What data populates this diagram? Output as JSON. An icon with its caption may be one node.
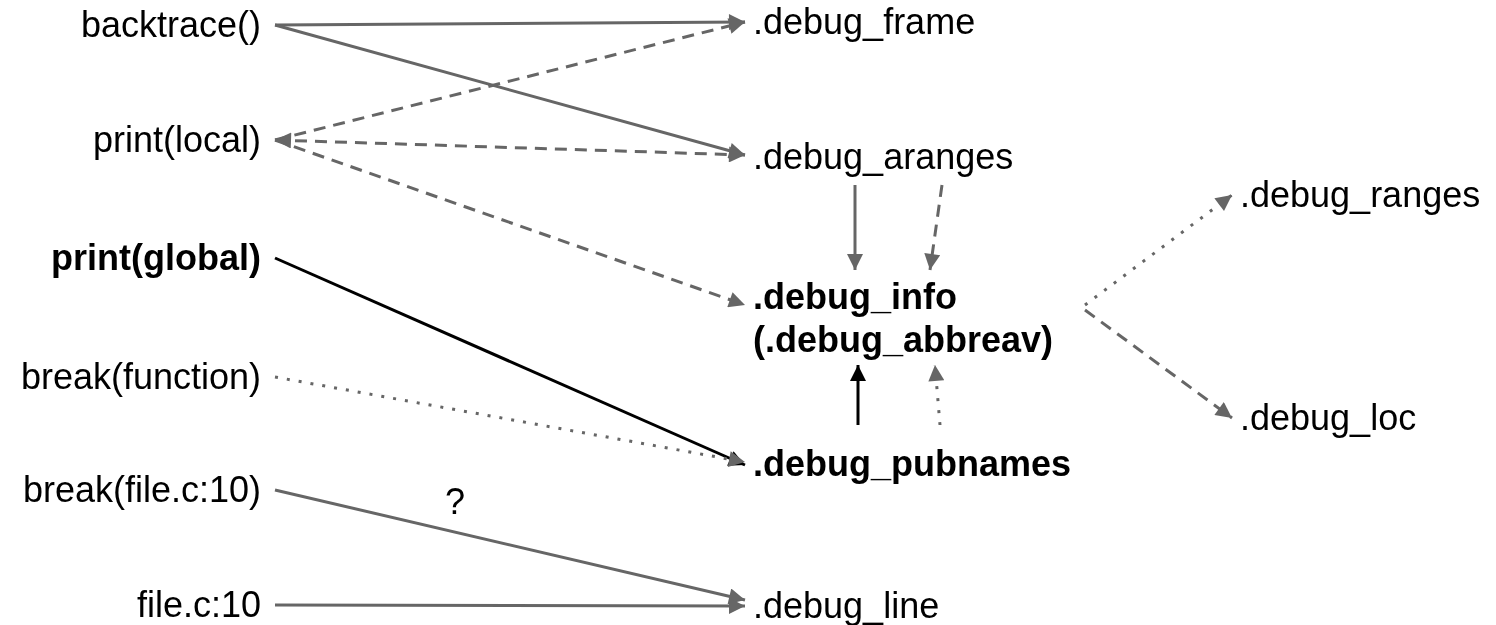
{
  "diagram": {
    "nodes": [
      {
        "text": [
          "backtrace()"
        ]
      },
      {
        "text": [
          "print(local)"
        ]
      },
      {
        "text": [
          "print(global)"
        ]
      },
      {
        "text": [
          "break(function)"
        ]
      },
      {
        "text": [
          "break(file.c:10)"
        ]
      },
      {
        "text": [
          "file.c:10"
        ]
      },
      {
        "text": [
          ".debug_frame"
        ]
      },
      {
        "text": [
          ".debug_aranges"
        ]
      },
      {
        "text": [
          ".debug_info (.debug_abbreav)"
        ]
      },
      {
        "text": [
          ".debug_pubnames"
        ]
      },
      {
        "text": [
          ".debug_line"
        ]
      },
      {
        "text": [
          ".debug_ranges"
        ]
      },
      {
        "text": [
          ".debug_loc"
        ]
      }
    ],
    "edges": [
      {
        "from": 0,
        "to": 6,
        "arrow": "to"
      },
      {
        "from": 0,
        "to": 7,
        "arrow": "to"
      },
      {
        "from": 1,
        "to": 6,
        "arrow": "to",
        "style": "dashed"
      },
      {
        "from": 1,
        "to": 7,
        "arrow": "both",
        "style": "dashed"
      },
      {
        "from": 1,
        "to": 8,
        "arrow": "to",
        "style": "dashed"
      },
      {
        "from": 2,
        "to": 9,
        "arrow": "to",
        "color": "#000000"
      },
      {
        "from": 3,
        "to": 9,
        "arrow": "to",
        "style": "dashed"
      },
      {
        "from": 4,
        "to": 10,
        "arrow": "to",
        "label": "?"
      },
      {
        "from": 5,
        "to": 10,
        "arrow": "to"
      },
      {
        "from": 7,
        "to": 8,
        "arrow": "to"
      },
      {
        "from": 7,
        "to": 8,
        "arrow": "to",
        "style": "dashed"
      },
      {
        "from": 9,
        "to": 8,
        "arrow": "to",
        "color": "#000000"
      },
      {
        "from": 9,
        "to": 8,
        "arrow": "to",
        "style": "dashed"
      },
      {
        "from": 8,
        "to": 11,
        "arrow": "to",
        "style": "dashed"
      },
      {
        "from": 8,
        "to": 12,
        "arrow": "to",
        "style": "dashed"
      }
    ]
  }
}
